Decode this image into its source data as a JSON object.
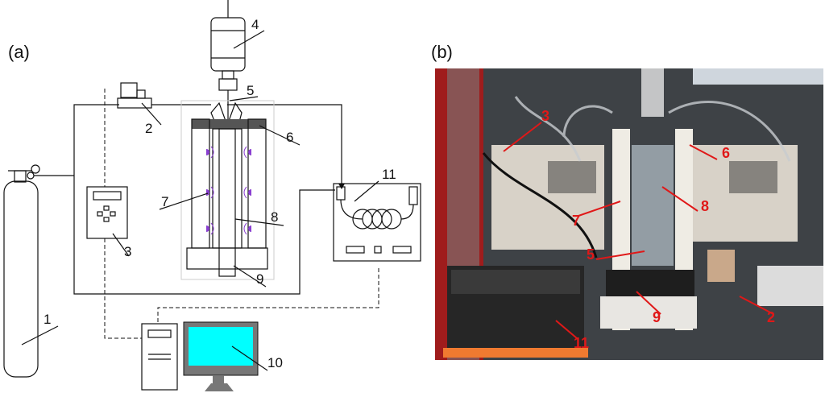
{
  "panels": {
    "a": {
      "label": "(a)"
    },
    "b": {
      "label": "(b)"
    }
  },
  "schematic_labels": [
    "1",
    "2",
    "3",
    "4",
    "5",
    "6",
    "7",
    "8",
    "9",
    "10",
    "11"
  ],
  "photo_labels": [
    "3",
    "6",
    "7",
    "8",
    "5",
    "9",
    "11",
    "2"
  ],
  "colors": {
    "callout_red": "#e01818",
    "monitor_screen": "#00ffff",
    "lamp_purple": "#8a3fd1",
    "reactor_gray": "#8c8c8c"
  }
}
